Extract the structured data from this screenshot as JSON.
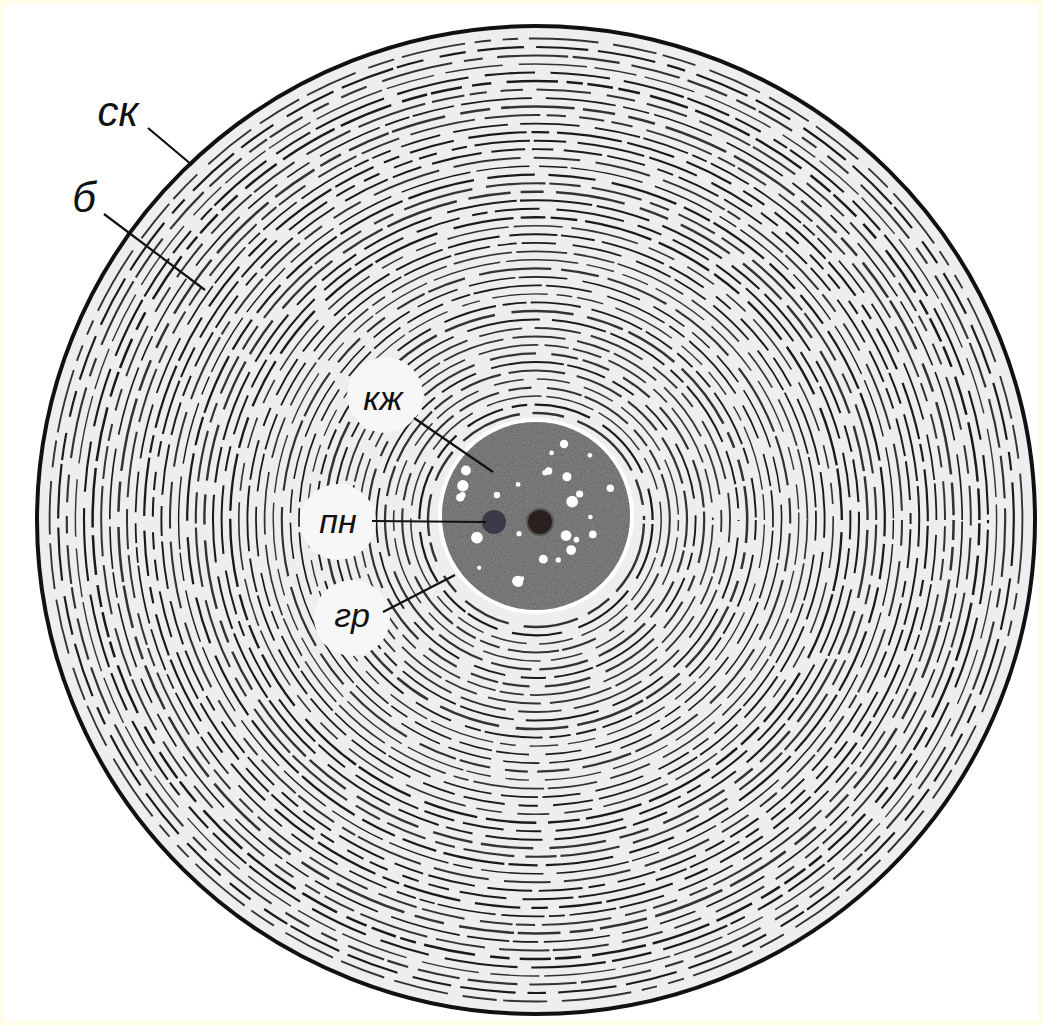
{
  "diagram": {
    "labels": [
      "ск",
      "б",
      "кж",
      "пн",
      "гр"
    ]
  }
}
